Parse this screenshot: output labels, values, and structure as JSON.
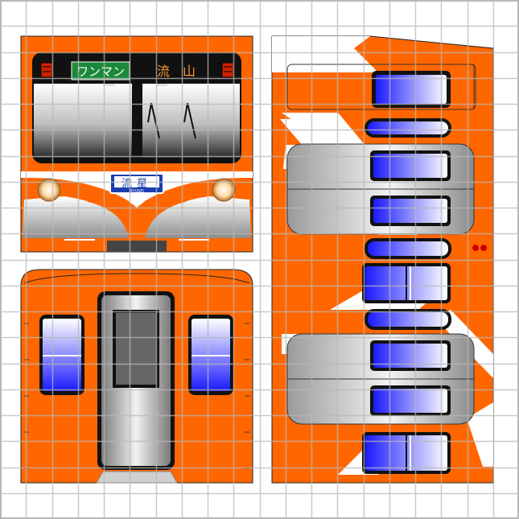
{
  "front": {
    "left_sign": "ワンマン",
    "right_sign": "流　山",
    "nameplate_kanji": "流星",
    "nameplate_roman": "RYUSEI"
  },
  "colors": {
    "body_orange": "#ff6600",
    "window_black": "#111111",
    "sign_green": "#1a8a3a",
    "sign_amber": "#ff9933",
    "nameplate_blue": "#1a3fb0",
    "glass_blue": "#2233ff",
    "grid_line": "#b8b8b8"
  }
}
